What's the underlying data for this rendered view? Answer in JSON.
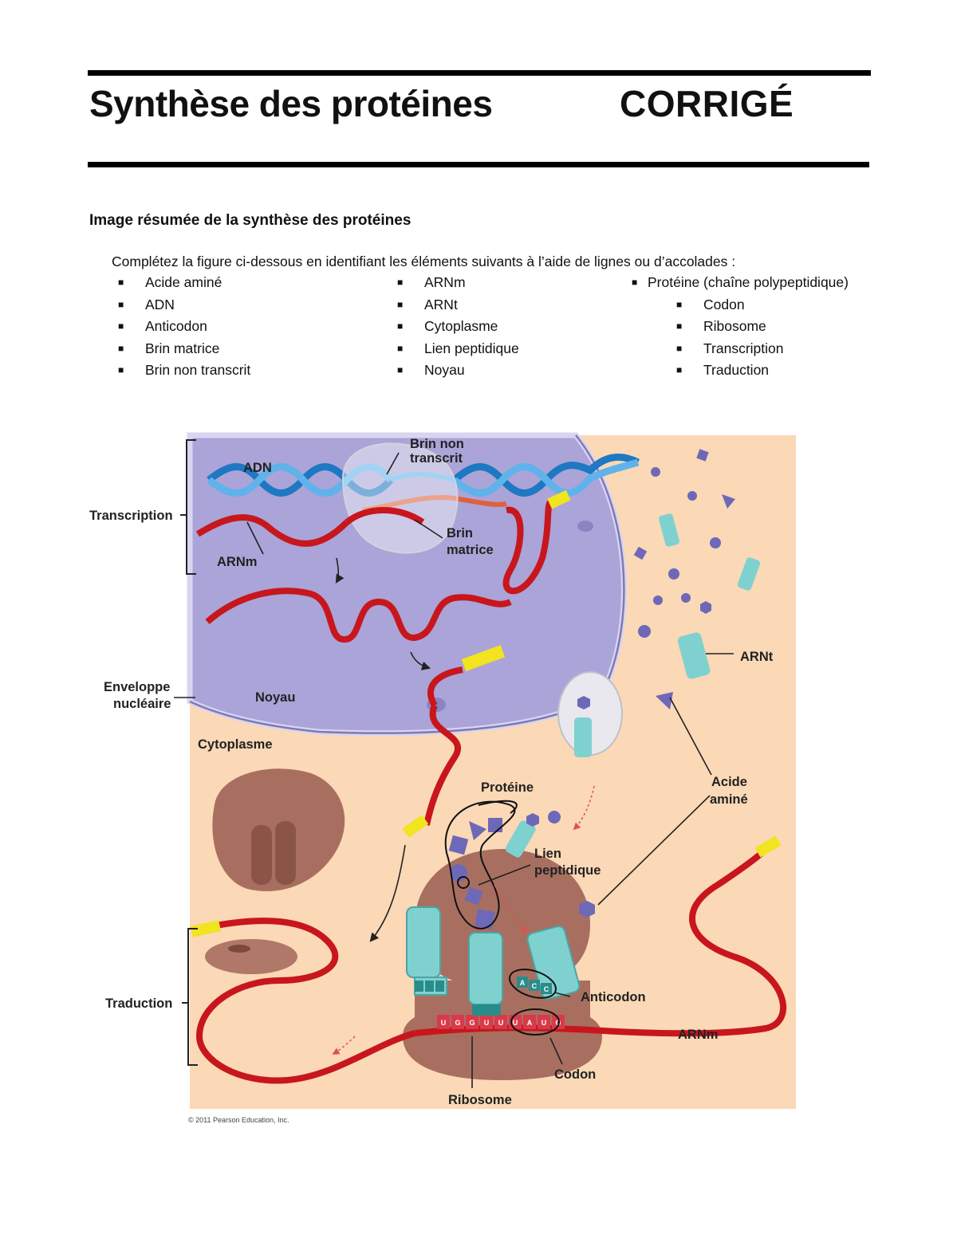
{
  "header": {
    "title": "Synthèse des protéines",
    "badge": "CORRIGÉ"
  },
  "section": {
    "heading": "Image résumée de la synthèse des protéines",
    "instructions": "Complétez la figure ci-dessous en identifiant les éléments suivants à l’aide de lignes ou d’accolades :"
  },
  "terms": {
    "col1": [
      "Acide aminé",
      "ADN",
      "Anticodon",
      "Brin matrice",
      "Brin non transcrit"
    ],
    "col2": [
      "ARNm",
      "ARNt",
      "Cytoplasme",
      "Lien peptidique",
      "Noyau"
    ],
    "col3_first": "Protéine (chaîne polypeptidique)",
    "col3": [
      "Codon",
      "Ribosome",
      "Transcription",
      "Traduction"
    ]
  },
  "figure": {
    "labels": {
      "adn": "ADN",
      "brin_non_transcrit_1": "Brin non",
      "brin_non_transcrit_2": "transcrit",
      "brin_matrice_1": "Brin",
      "brin_matrice_2": "matrice",
      "transcription": "Transcription",
      "arnm_top": "ARNm",
      "enveloppe_1": "Enveloppe",
      "enveloppe_2": "nucléaire",
      "noyau": "Noyau",
      "cytoplasme": "Cytoplasme",
      "proteine": "Protéine",
      "lien_1": "Lien",
      "lien_2": "peptidique",
      "acide_1": "Acide",
      "acide_2": "aminé",
      "arnt": "ARNt",
      "anticodon": "Anticodon",
      "arnm_bottom": "ARNm",
      "codon": "Codon",
      "ribosome": "Ribosome",
      "traduction": "Traduction",
      "copyright": "© 2011 Pearson Education, Inc."
    },
    "codon_letters": [
      "U",
      "G",
      "G",
      "U",
      "U",
      "U",
      "A",
      "U",
      "G"
    ],
    "anticodon_letters": [
      "A",
      "C",
      "C"
    ],
    "colors": {
      "nucleus": "#a9a3d6",
      "cytoplasm": "#fbd8b6",
      "mrna": "#c8161d",
      "trna": "#7fd1cf",
      "ribosome": "#a86f60",
      "amino_acid": "#6e68b8",
      "dna": "#2e8fd0"
    }
  }
}
